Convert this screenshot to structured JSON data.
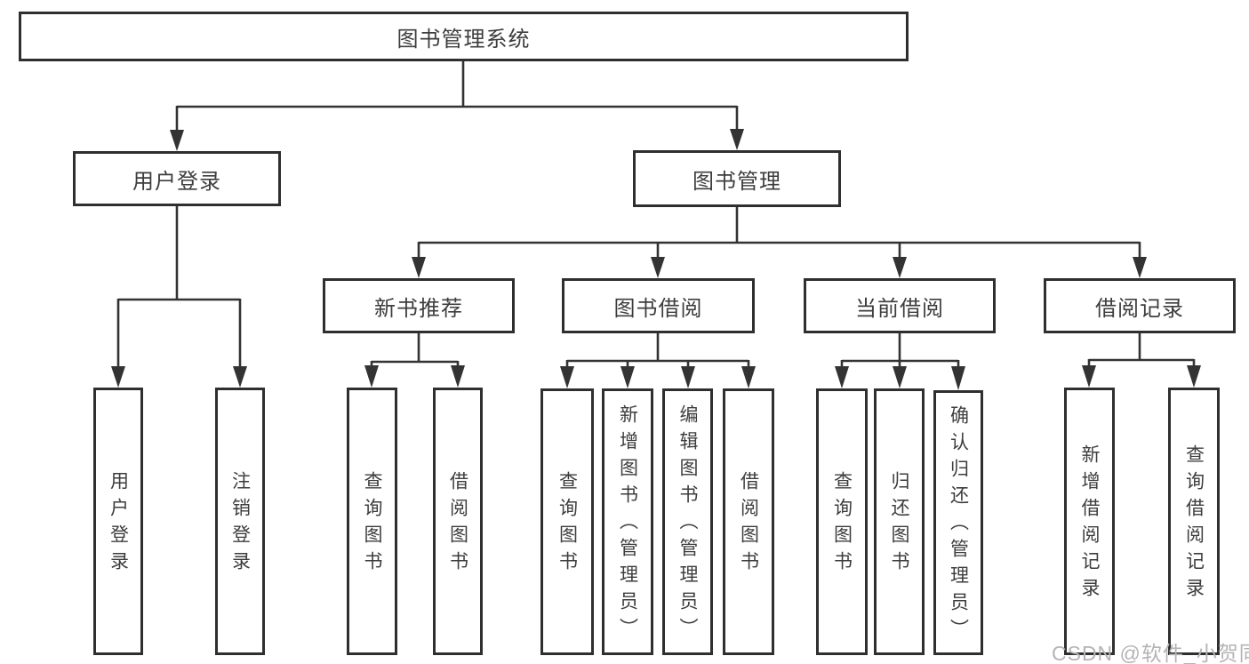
{
  "diagram": {
    "title": "图书管理系统",
    "tree": {
      "label": "图书管理系统",
      "children": [
        {
          "label": "用户登录",
          "children": [
            {
              "label": "用户登录"
            },
            {
              "label": "注销登录"
            }
          ]
        },
        {
          "label": "图书管理",
          "children": [
            {
              "label": "新书推荐",
              "children": [
                {
                  "label": "查询图书"
                },
                {
                  "label": "借阅图书"
                }
              ]
            },
            {
              "label": "图书借阅",
              "children": [
                {
                  "label": "查询图书"
                },
                {
                  "label": "新增图书（管理员）"
                },
                {
                  "label": "编辑图书（管理员）"
                },
                {
                  "label": "借阅图书"
                }
              ]
            },
            {
              "label": "当前借阅",
              "children": [
                {
                  "label": "查询图书"
                },
                {
                  "label": "归还图书"
                },
                {
                  "label": "确认归还（管理员）"
                }
              ]
            },
            {
              "label": "借阅记录",
              "children": [
                {
                  "label": "新增借阅记录"
                },
                {
                  "label": "查询借阅记录"
                }
              ]
            }
          ]
        }
      ]
    }
  },
  "watermark": {
    "text": "CSDN @软件_小贺同学"
  },
  "colors": {
    "line": "#333333",
    "box_border": "#2f2f2f",
    "text": "#3d3d3d",
    "watermark_text": "#b4b4b4",
    "background": "#ffffff"
  }
}
